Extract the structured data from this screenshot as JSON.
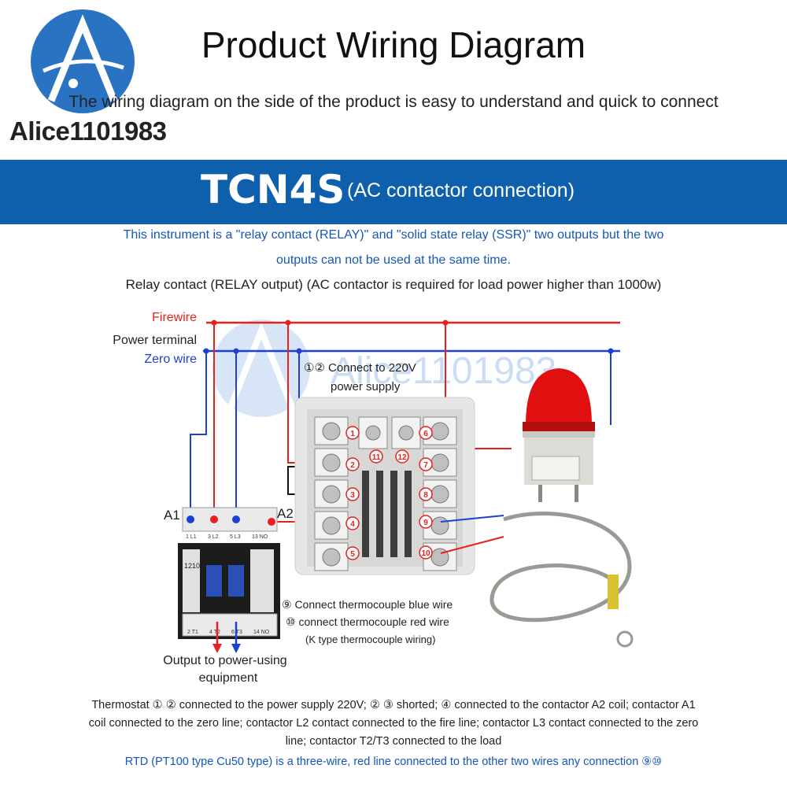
{
  "header": {
    "title": "Product Wiring Diagram",
    "subtitle": "The wiring diagram on the side of the product is easy to understand and quick to connect",
    "brand": "Alice1101983"
  },
  "banner": {
    "model": "TCN4S",
    "model_sub": "(AC contactor connection)",
    "color": "#0e60ad"
  },
  "notes": {
    "output_line1": "This instrument is a \"relay contact (RELAY)\" and \"solid state relay (SSR)\" two outputs but the two",
    "output_line2": "outputs can not be used at the same time.",
    "relay": "Relay contact (RELAY output) (AC contactor is required for load power higher than 1000w)"
  },
  "diagram": {
    "firewire": "Firewire",
    "power_terminal": "Power terminal",
    "zero_wire": "Zero wire",
    "connect_220_line1": "①② Connect to 220V",
    "connect_220_line2": "power supply",
    "watermark": "Alice1101983",
    "a1": "A1",
    "a2": "A2",
    "output_line1": "Output to power-using",
    "output_line2": "equipment",
    "tc_blue": "⑨ Connect thermocouple blue wire",
    "tc_red": "⑩ connect thermocouple red wire",
    "tc_type": "(K type thermocouple wiring)",
    "terminals": [
      "1",
      "2",
      "3",
      "4",
      "5",
      "6",
      "7",
      "8",
      "9",
      "10",
      "11",
      "12"
    ],
    "contactor_top": [
      "1 L1",
      "3 L2",
      "5 L3",
      "13 NO"
    ],
    "contactor_bottom": [
      "2 T1",
      "4 T2",
      "6 T3",
      "14 NO"
    ],
    "contactor_model": "1210",
    "colors": {
      "fire": "#e8201e",
      "zero": "#1d3fd6",
      "light": "#e01010"
    }
  },
  "footer": {
    "line1": "Thermostat ① ② connected to the power supply 220V; ② ③ shorted; ④ connected to the contactor A2 coil; contactor A1",
    "line2": "coil connected to the zero line; contactor L2 contact connected to the fire line; contactor L3 contact connected to the zero",
    "line3": "line; contactor T2/T3 connected to the load",
    "rtd": "RTD (PT100 type Cu50 type) is a three-wire, red line connected to the other two wires any connection ⑨⑩"
  }
}
